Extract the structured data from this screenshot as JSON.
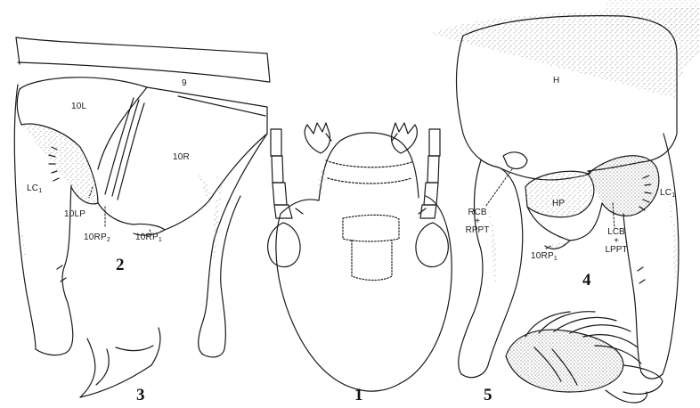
{
  "figure_numbers": {
    "fig1": "1",
    "fig2": "2",
    "fig3": "3",
    "fig4": "4",
    "fig5": "5"
  },
  "labels": {
    "seg9": "9",
    "tenL": "10L",
    "tenR": "10R",
    "lc1_left": "LC",
    "lc1_left_sub": "1",
    "tenLP": "10LP",
    "tenRP2": "10RP",
    "tenRP2_sub": "2",
    "tenRP1_fig2": "10RP",
    "tenRP1_fig2_sub": "1",
    "H": "H",
    "HP": "HP",
    "RCB": "RCB",
    "plus_right": "+",
    "RPPT": "RPPT",
    "LCB": "LCB",
    "plus_left": "+",
    "LPPT": "LPPT",
    "tenRP1_fig4": "10RP",
    "tenRP1_fig4_sub": "1",
    "lc1_right": "LC",
    "lc1_right_sub": "1"
  },
  "colors": {
    "ink": "#1a1a1a",
    "stipple": "#8a8a8a",
    "paper": "#ffffff"
  }
}
